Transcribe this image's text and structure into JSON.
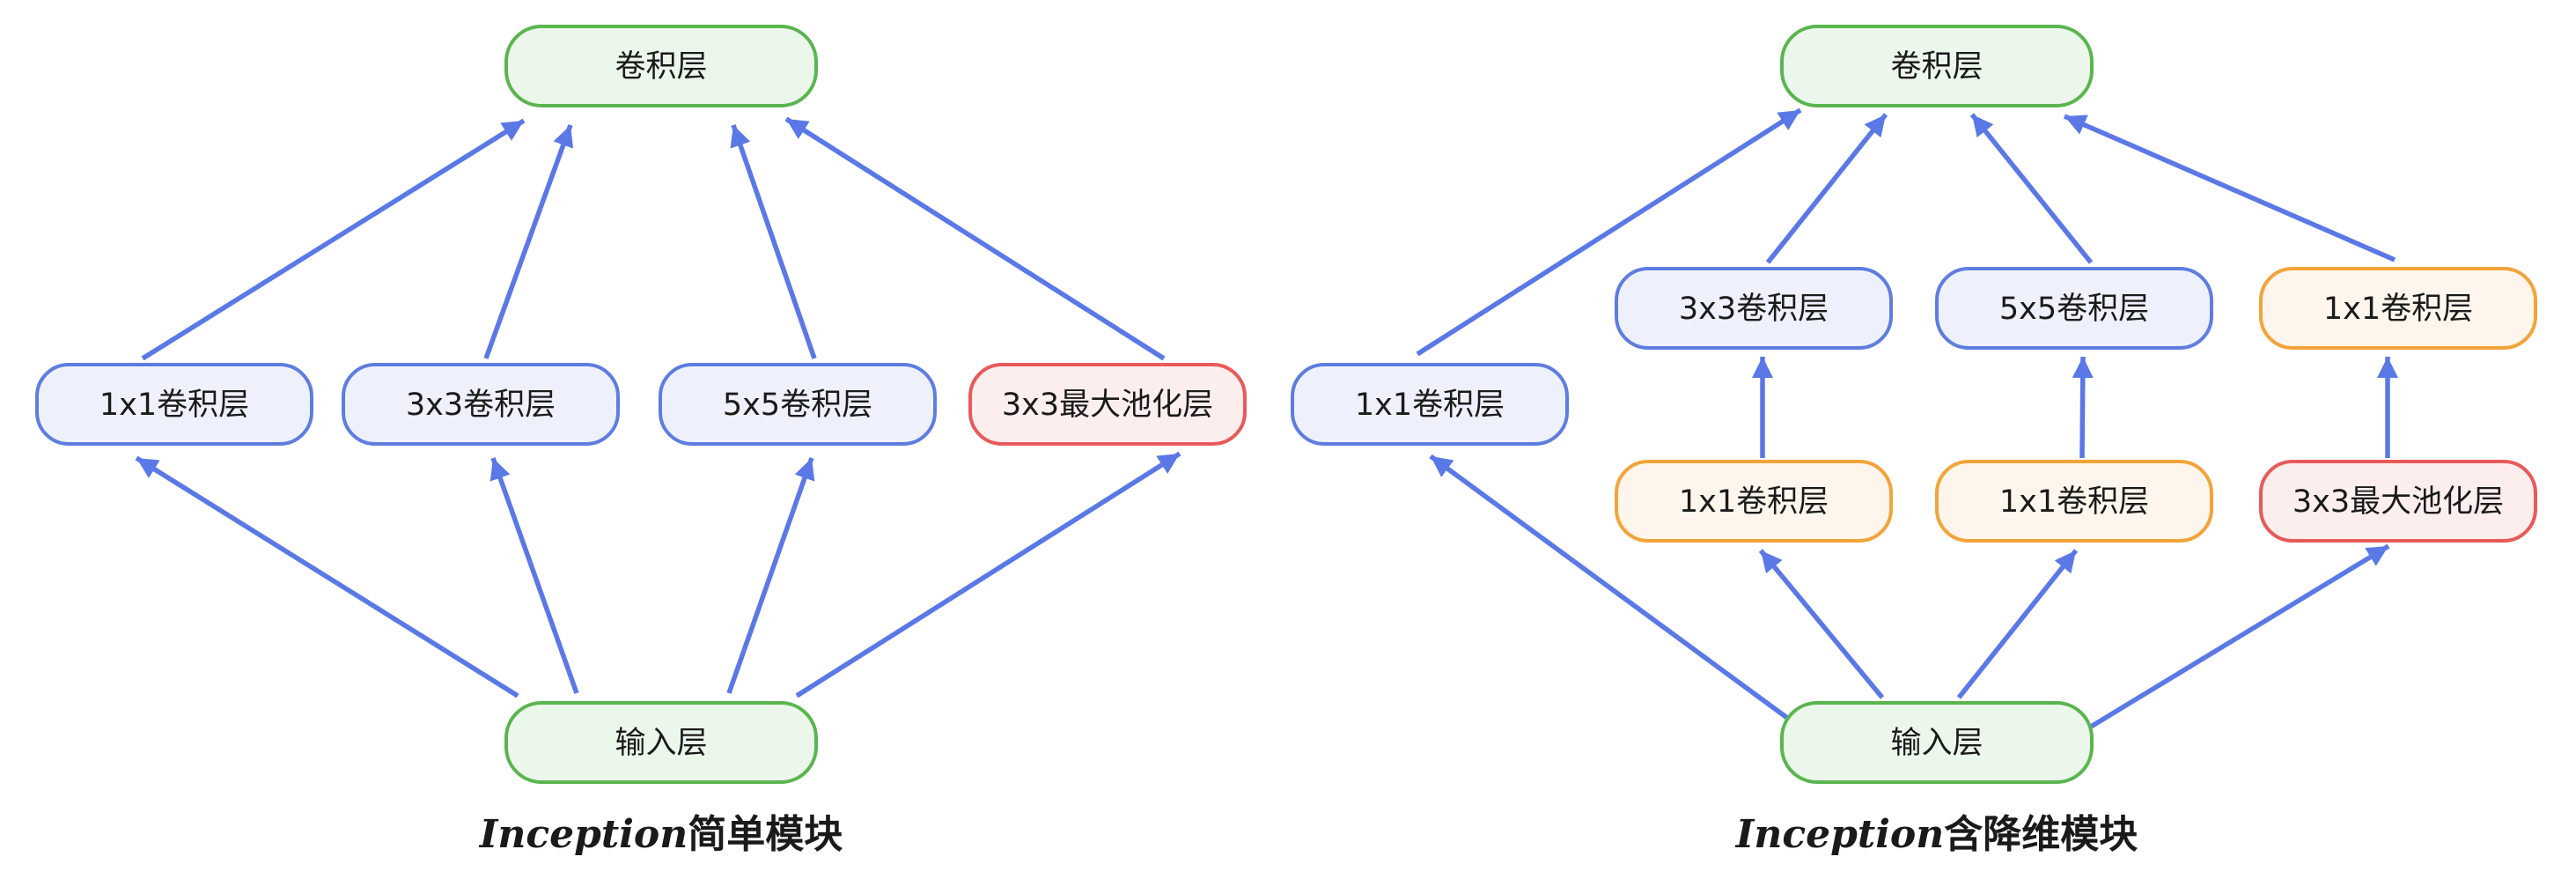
{
  "colors": {
    "arrow": "#5a78e6",
    "green": {
      "fill": "#ecf7eb",
      "stroke": "#5ab54f"
    },
    "blue": {
      "fill": "#eef1fb",
      "stroke": "#5f7de0"
    },
    "red": {
      "fill": "#fdeeee",
      "stroke": "#e85a5a"
    },
    "orange": {
      "fill": "#fef6ec",
      "stroke": "#f2a43a"
    }
  },
  "simple": {
    "caption_latin": "Inception",
    "caption_cn": "简单模块",
    "output_label": "卷积层",
    "input_label": "输入层",
    "branches": [
      "1x1卷积层",
      "3x3卷积层",
      "5x5卷积层",
      "3x3最大池化层"
    ]
  },
  "reduced": {
    "caption_latin": "Inception",
    "caption_cn": "含降维模块",
    "output_label": "卷积层",
    "input_label": "输入层",
    "direct_branch": "1x1卷积层",
    "upper_branches": [
      "3x3卷积层",
      "5x5卷积层",
      "1x1卷积层"
    ],
    "lower_branches": [
      "1x1卷积层",
      "1x1卷积层",
      "3x3最大池化层"
    ]
  }
}
